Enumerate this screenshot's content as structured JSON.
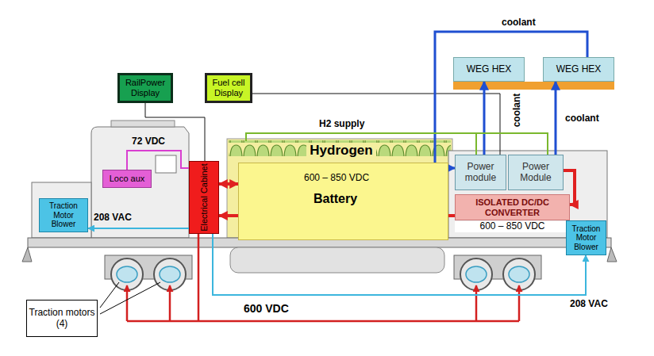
{
  "diagram": {
    "nodes": [
      {
        "text": [
          "WEG HEX"
        ]
      },
      {
        "text": [
          "WEG HEX"
        ]
      },
      {
        "text": [
          "RailPower Display"
        ]
      },
      {
        "text": [
          "Fuel cell Display"
        ]
      },
      {
        "text": [
          "Hydrogen"
        ]
      },
      {
        "text": [
          "Power module"
        ]
      },
      {
        "text": [
          "Power Module"
        ]
      },
      {
        "text": [
          "Loco aux"
        ]
      },
      {
        "text": [
          "Electrical Cabinet"
        ]
      },
      {
        "text": [
          "600 – 850 VDC",
          "Battery"
        ]
      },
      {
        "text": [
          "ISOLATED DC/DC CONVERTER",
          "600 – 850 VDC"
        ]
      },
      {
        "text": [
          "Traction Motor Blower"
        ]
      },
      {
        "text": [
          "Traction Motor Blower"
        ]
      },
      {
        "text": [
          "Traction motors (4)"
        ]
      }
    ],
    "edges": [
      {
        "from": 2,
        "to": 8,
        "arrow": "none"
      },
      {
        "from": 3,
        "to": 5,
        "arrow": "none"
      },
      {
        "from": 1,
        "to": 5,
        "arrow": "to",
        "label": "coolant"
      },
      {
        "from": 5,
        "to": 0,
        "arrow": "to",
        "label": "coolant"
      },
      {
        "from": 6,
        "to": 1,
        "arrow": "to",
        "label": "coolant"
      },
      {
        "from": 4,
        "to": 5,
        "arrow": "none",
        "label": "H2 supply"
      },
      {
        "from": 4,
        "to": 6,
        "arrow": "none"
      },
      {
        "from": 8,
        "to": 9,
        "arrow": "both"
      },
      {
        "from": 10,
        "to": 8,
        "arrow": "to"
      },
      {
        "from": 6,
        "to": 10,
        "arrow": "to"
      },
      {
        "from": 8,
        "to": 7,
        "arrow": "none",
        "label": "72 VDC"
      },
      {
        "from": 8,
        "to": 11,
        "arrow": "to",
        "label": "208 VAC"
      },
      {
        "from": 8,
        "to": 12,
        "arrow": "to",
        "label": "208 VAC"
      }
    ],
    "labels": [
      "600 VDC"
    ]
  }
}
